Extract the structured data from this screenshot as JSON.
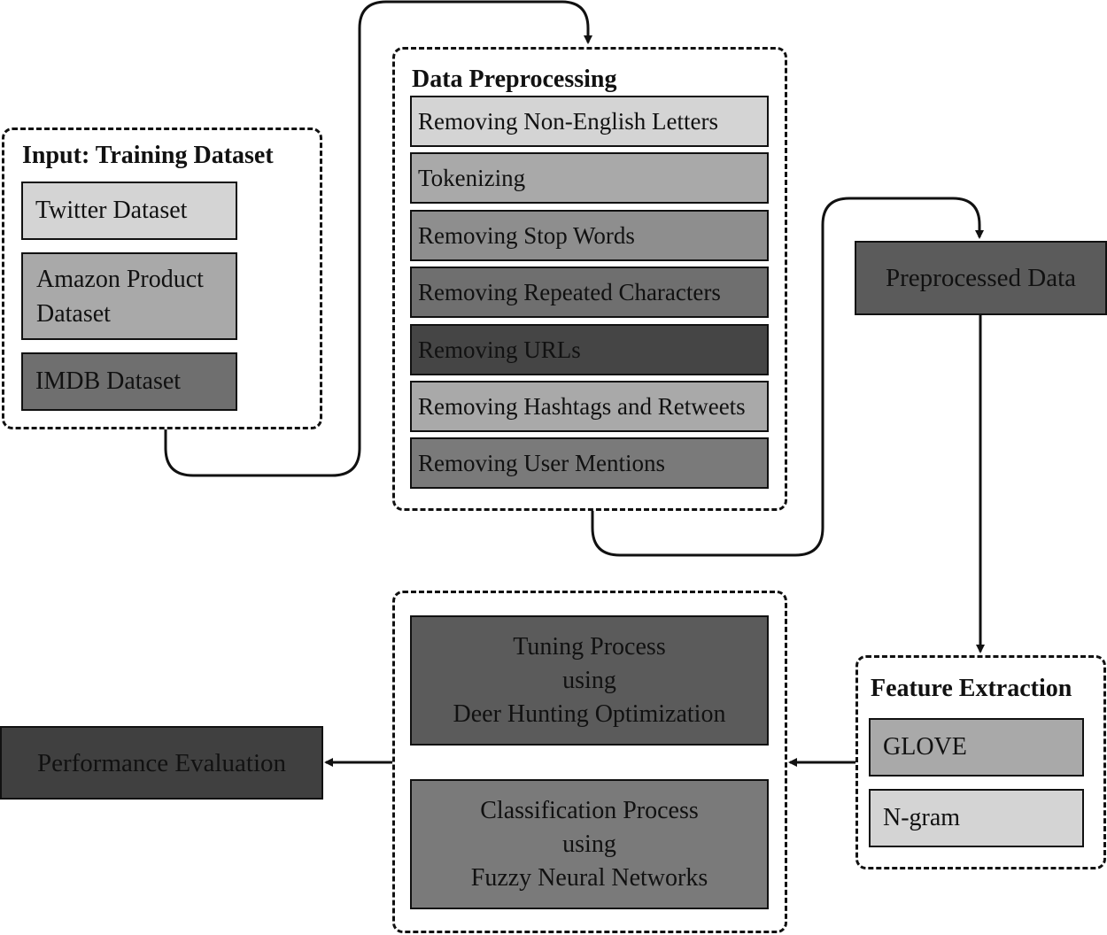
{
  "input_group": {
    "title": "Input: Training Dataset",
    "items": [
      {
        "line1": "Twitter Dataset"
      },
      {
        "line1": "Amazon Product",
        "line2": "Dataset"
      },
      {
        "line1": "IMDB Dataset"
      }
    ]
  },
  "preprocessing_group": {
    "title": "Data Preprocessing",
    "steps": [
      "Removing Non-English Letters",
      "Tokenizing",
      "Removing Stop Words",
      "Removing Repeated Characters",
      "Removing URLs",
      "Removing Hashtags and Retweets",
      "Removing User Mentions"
    ]
  },
  "preprocessed_data": "Preprocessed Data",
  "feature_group": {
    "title": "Feature Extraction",
    "items": [
      "GLOVE",
      "N-gram"
    ]
  },
  "model_group": {
    "tuning": {
      "line1": "Tuning Process",
      "line2": "using",
      "line3": "Deer Hunting Optimization"
    },
    "classification": {
      "line1": "Classification Process",
      "line2": "using",
      "line3": "Fuzzy Neural Networks"
    }
  },
  "performance_evaluation": "Performance Evaluation"
}
